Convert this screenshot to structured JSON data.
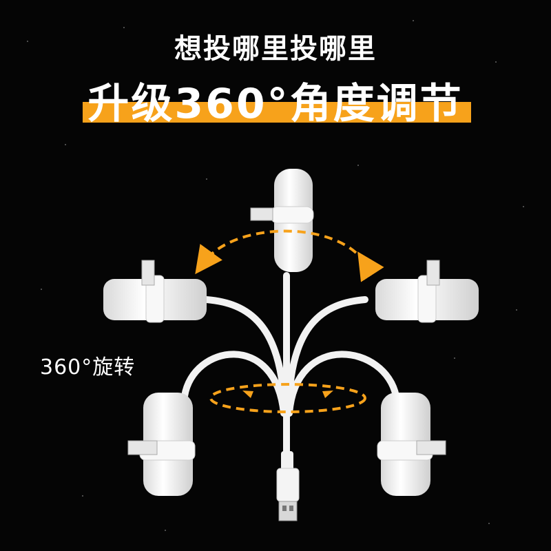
{
  "header": {
    "subtitle": "想投哪里投哪里",
    "title": "升级360°角度调节",
    "bar_color": "#f7a21b"
  },
  "annotations": {
    "rotate_label": "360°旋转",
    "arrow_color": "#f7a21b"
  },
  "product": {
    "cable_color": "#f2f2f2",
    "connector_icon": "usb-a-plug-icon"
  }
}
